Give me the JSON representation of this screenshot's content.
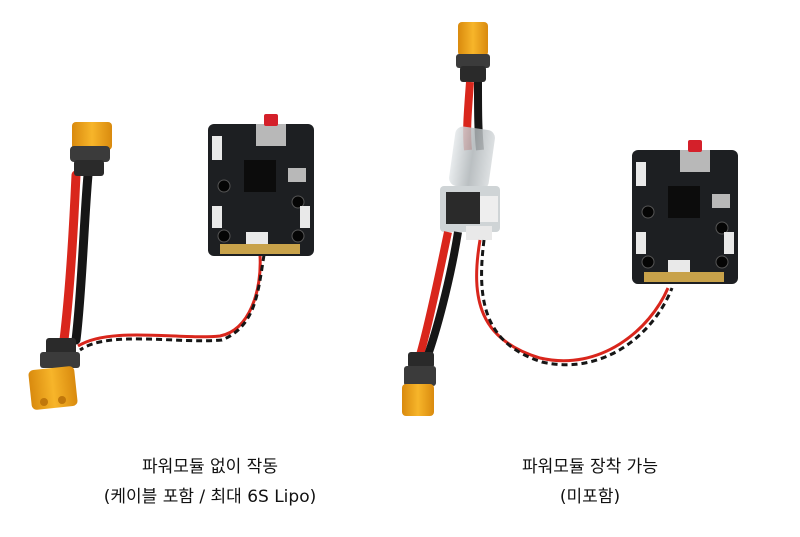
{
  "captions": {
    "left": {
      "line1": "파워모듈 없이 작동",
      "line2": "(케이블 포함 / 최대 6S Lipo)"
    },
    "right": {
      "line1": "파워모듈 장착 가능",
      "line2": "(미포함)"
    }
  },
  "colors": {
    "background": "#ffffff",
    "connector_yellow": "#f2a81d",
    "connector_grey": "#3b3b3b",
    "wire_red": "#d9261c",
    "wire_black": "#161616",
    "board_pcb": "#1d1f22",
    "board_white_connector": "#e9e9e9",
    "board_chip": "#0c0c0c",
    "sd_slot_metal": "#b8b8b8",
    "button_red": "#d4202a",
    "power_module_clear": "#cfd4d6",
    "power_module_pcb": "#2a2a2a"
  }
}
